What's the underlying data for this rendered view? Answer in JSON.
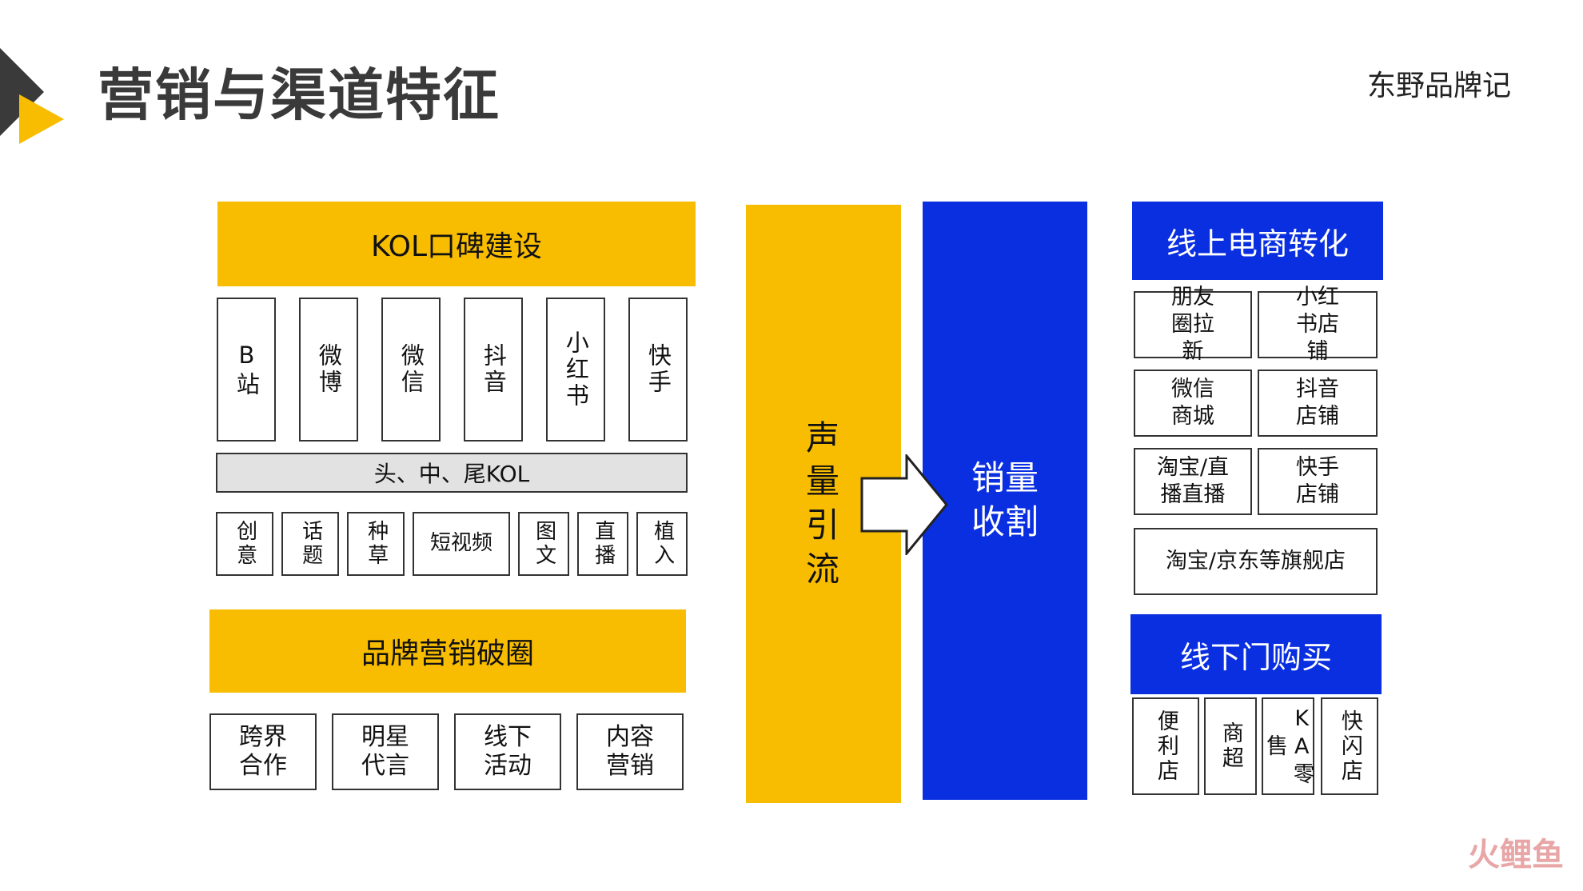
{
  "title": "营销与渠道特征",
  "brand": "东野品牌记",
  "kol": {
    "header": "KOL口碑建设",
    "platforms": [
      "B站",
      "微博",
      "微信",
      "抖音",
      "小红书",
      "快手"
    ],
    "tier_bar": "头、中、尾KOL",
    "content_types": [
      "创意",
      "话题",
      "种草",
      "短视频",
      "图文",
      "直播",
      "植入"
    ]
  },
  "brand_marketing": {
    "header": "品牌营销破圈",
    "items": [
      "跨界合作",
      "明星代言",
      "线下活动",
      "内容营销"
    ]
  },
  "flow": {
    "traffic": "声量引流",
    "harvest": "销量收割"
  },
  "online": {
    "header": "线上电商转化",
    "grid": [
      "朋友圈拉新",
      "小红书店铺",
      "微信商城",
      "抖音店铺",
      "淘宝/直播直播",
      "快手店铺"
    ],
    "wide": "淘宝/京东等旗舰店"
  },
  "offline": {
    "header": "线下门购买",
    "items": [
      "便利店",
      "商超",
      "KA零售",
      "快闪店"
    ]
  },
  "watermark": "火鲤鱼",
  "colors": {
    "yellow": "#f8bd00",
    "blue": "#0a2fe0",
    "dark": "#3a3a3a"
  }
}
